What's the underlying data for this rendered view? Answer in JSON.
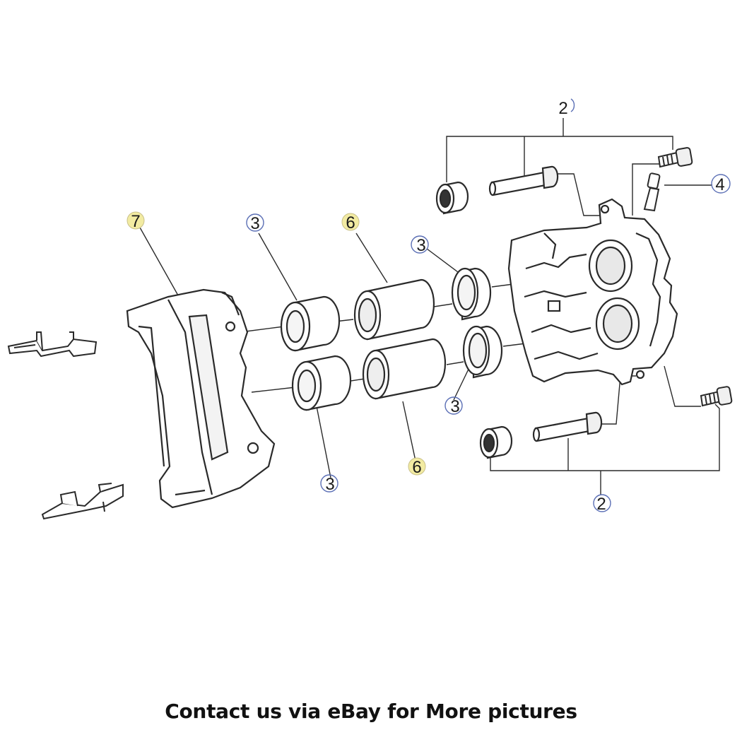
{
  "diagram": {
    "callouts": {
      "c2_top": "2",
      "c4": "4",
      "c7": "7",
      "c3_a": "3",
      "c6_a": "6",
      "c3_b": "3",
      "c3_c": "3",
      "c3_d": "3",
      "c6_b": "6",
      "c2_bottom": "2"
    },
    "colors": {
      "line": "#2a2a2a",
      "fill": "#ffffff",
      "shade": "#e6e6e6",
      "highlight": "#f2eba2",
      "ring": "#5b6fb5"
    }
  },
  "footer": {
    "text": "Contact us via eBay for More pictures"
  }
}
